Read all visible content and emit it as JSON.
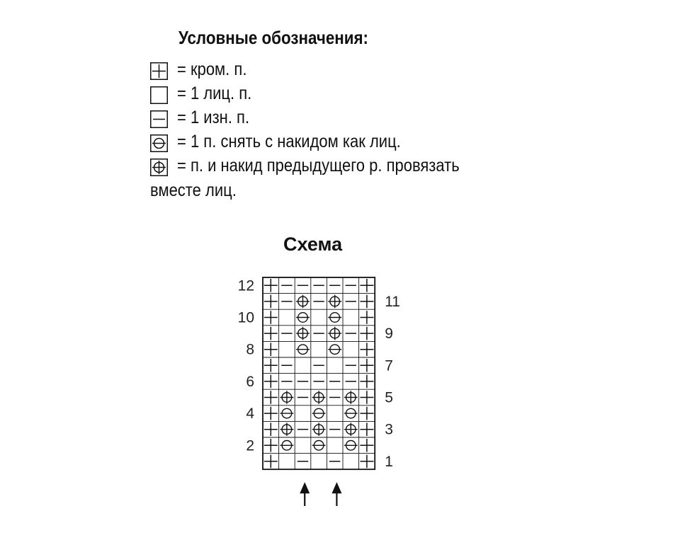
{
  "legend": {
    "title": "Условные обозначения:",
    "items": [
      {
        "symbol": "edge",
        "icon": "plus-box-icon",
        "text": "= кром. п."
      },
      {
        "symbol": "knit",
        "icon": "empty-box-icon",
        "text": "= 1 лиц. п."
      },
      {
        "symbol": "purl",
        "icon": "minus-box-icon",
        "text": "= 1 изн. п."
      },
      {
        "symbol": "slip",
        "icon": "circle-minus-box-icon",
        "text": "= 1 п. снять с накидом как лиц."
      },
      {
        "symbol": "knit_tog",
        "icon": "circle-plus-box-icon",
        "text": "= п. и накид предыдущего р. провязать"
      }
    ],
    "continuation": "вместе лиц."
  },
  "schema": {
    "title": "Схема",
    "columns": 7,
    "rows_bottom_to_top": [
      [
        "edge",
        "knit",
        "purl",
        "knit",
        "purl",
        "knit",
        "edge"
      ],
      [
        "edge",
        "slip",
        "knit",
        "slip",
        "knit",
        "slip",
        "edge"
      ],
      [
        "edge",
        "knit_tog",
        "purl",
        "knit_tog",
        "purl",
        "knit_tog",
        "edge"
      ],
      [
        "edge",
        "slip",
        "knit",
        "slip",
        "knit",
        "slip",
        "edge"
      ],
      [
        "edge",
        "knit_tog",
        "purl",
        "knit_tog",
        "purl",
        "knit_tog",
        "edge"
      ],
      [
        "edge",
        "purl",
        "purl",
        "purl",
        "purl",
        "purl",
        "edge"
      ],
      [
        "edge",
        "purl",
        "knit",
        "purl",
        "knit",
        "purl",
        "edge"
      ],
      [
        "edge",
        "knit",
        "slip",
        "knit",
        "slip",
        "knit",
        "edge"
      ],
      [
        "edge",
        "purl",
        "knit_tog",
        "purl",
        "knit_tog",
        "purl",
        "edge"
      ],
      [
        "edge",
        "knit",
        "slip",
        "knit",
        "slip",
        "knit",
        "edge"
      ],
      [
        "edge",
        "purl",
        "knit_tog",
        "purl",
        "knit_tog",
        "purl",
        "edge"
      ],
      [
        "edge",
        "purl",
        "purl",
        "purl",
        "purl",
        "purl",
        "edge"
      ]
    ],
    "left_row_labels": [
      "2",
      "4",
      "6",
      "8",
      "10",
      "12"
    ],
    "right_row_labels": [
      "1",
      "3",
      "5",
      "7",
      "9",
      "11"
    ],
    "repeat_arrows_columns": [
      2,
      4
    ]
  }
}
